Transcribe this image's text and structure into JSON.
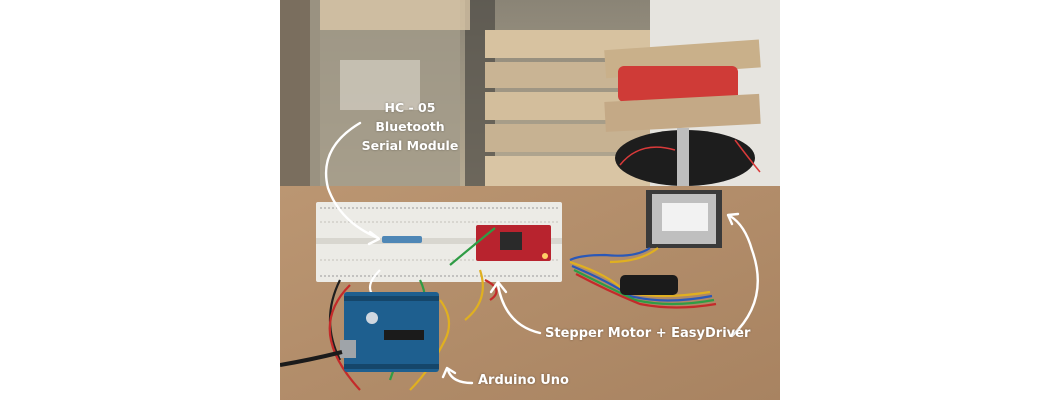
{
  "annotations": {
    "bluetooth_label": {
      "line1": "HC - 05",
      "line2": "Bluetooth",
      "line3": "Serial Module"
    },
    "stepper_label": "Stepper Motor + EasyDriver",
    "arduino_label": "Arduino Uno"
  },
  "colors": {
    "annotation_text": "#ffffff",
    "wood_board": "#b48f6a",
    "breadboard": "#ecebe6",
    "easydriver_board": "#b8232e",
    "arduino_board": "#1e5f8f",
    "motor_body": "#3a3a3a",
    "spool_thread": "#d93a3a"
  },
  "icons": [
    "curved-arrow-icon"
  ]
}
